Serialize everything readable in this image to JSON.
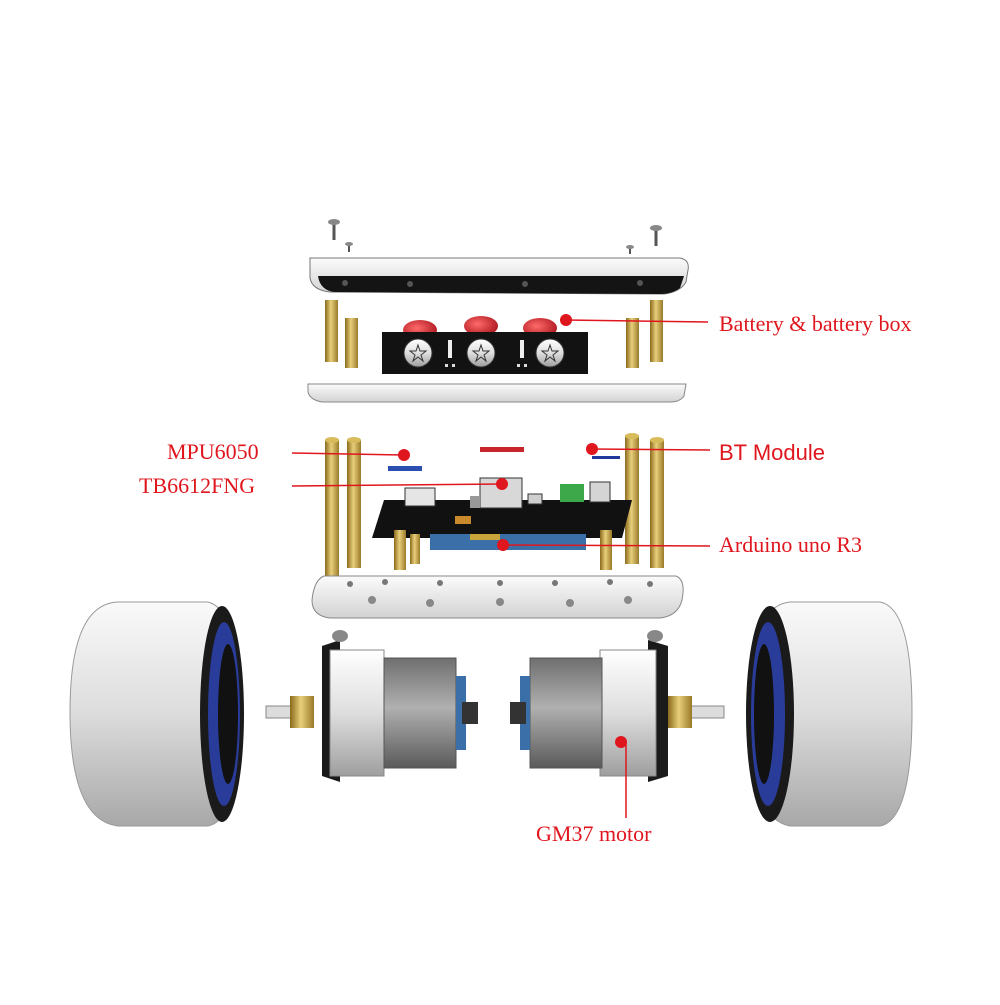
{
  "diagram": {
    "labels": {
      "battery": "Battery & battery box",
      "bt_module": "BT Module",
      "mpu6050": "MPU6050",
      "tb6612fng": "TB6612FNG",
      "arduino": "Arduino uno R3",
      "motor": "GM37 motor"
    }
  },
  "colors": {
    "label_red": "#e0161e",
    "plate_white": "#f0f0f0",
    "plate_dark": "#1a1a1a",
    "brass": "#c9a44a",
    "wheel": "#e6e6e6",
    "wheel_blue": "#2a3c9a",
    "motor_gray": "#8c8c8c",
    "pcb_black": "#111111",
    "arduino_blue": "#3a6fa8",
    "battery_red": "#c8242c"
  }
}
